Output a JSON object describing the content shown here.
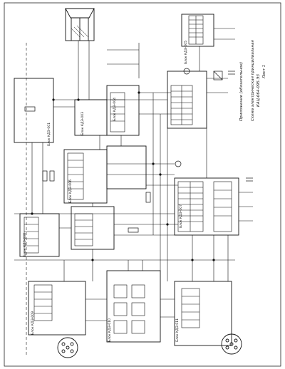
{
  "document": {
    "title_block": {
      "line1": "Приложение (обязательное)",
      "line2": "Схема электрическая принципиальная",
      "line3": "КАЦ-064-095.Э3",
      "sheet": "Лист 1"
    },
    "block_labels": [
      "Блок КДЭ-001",
      "Блок КДЭ-003",
      "Блок КДЭ-004",
      "Блок КДЭ-005",
      "Блок КДЭ-006",
      "Блок КДЭ-007",
      "Блок КДЭ-008",
      "Блок КДЭ-009",
      "Блок КДЭ-010",
      "Блок КДЭ-011"
    ],
    "stroke_color": "#111111"
  }
}
